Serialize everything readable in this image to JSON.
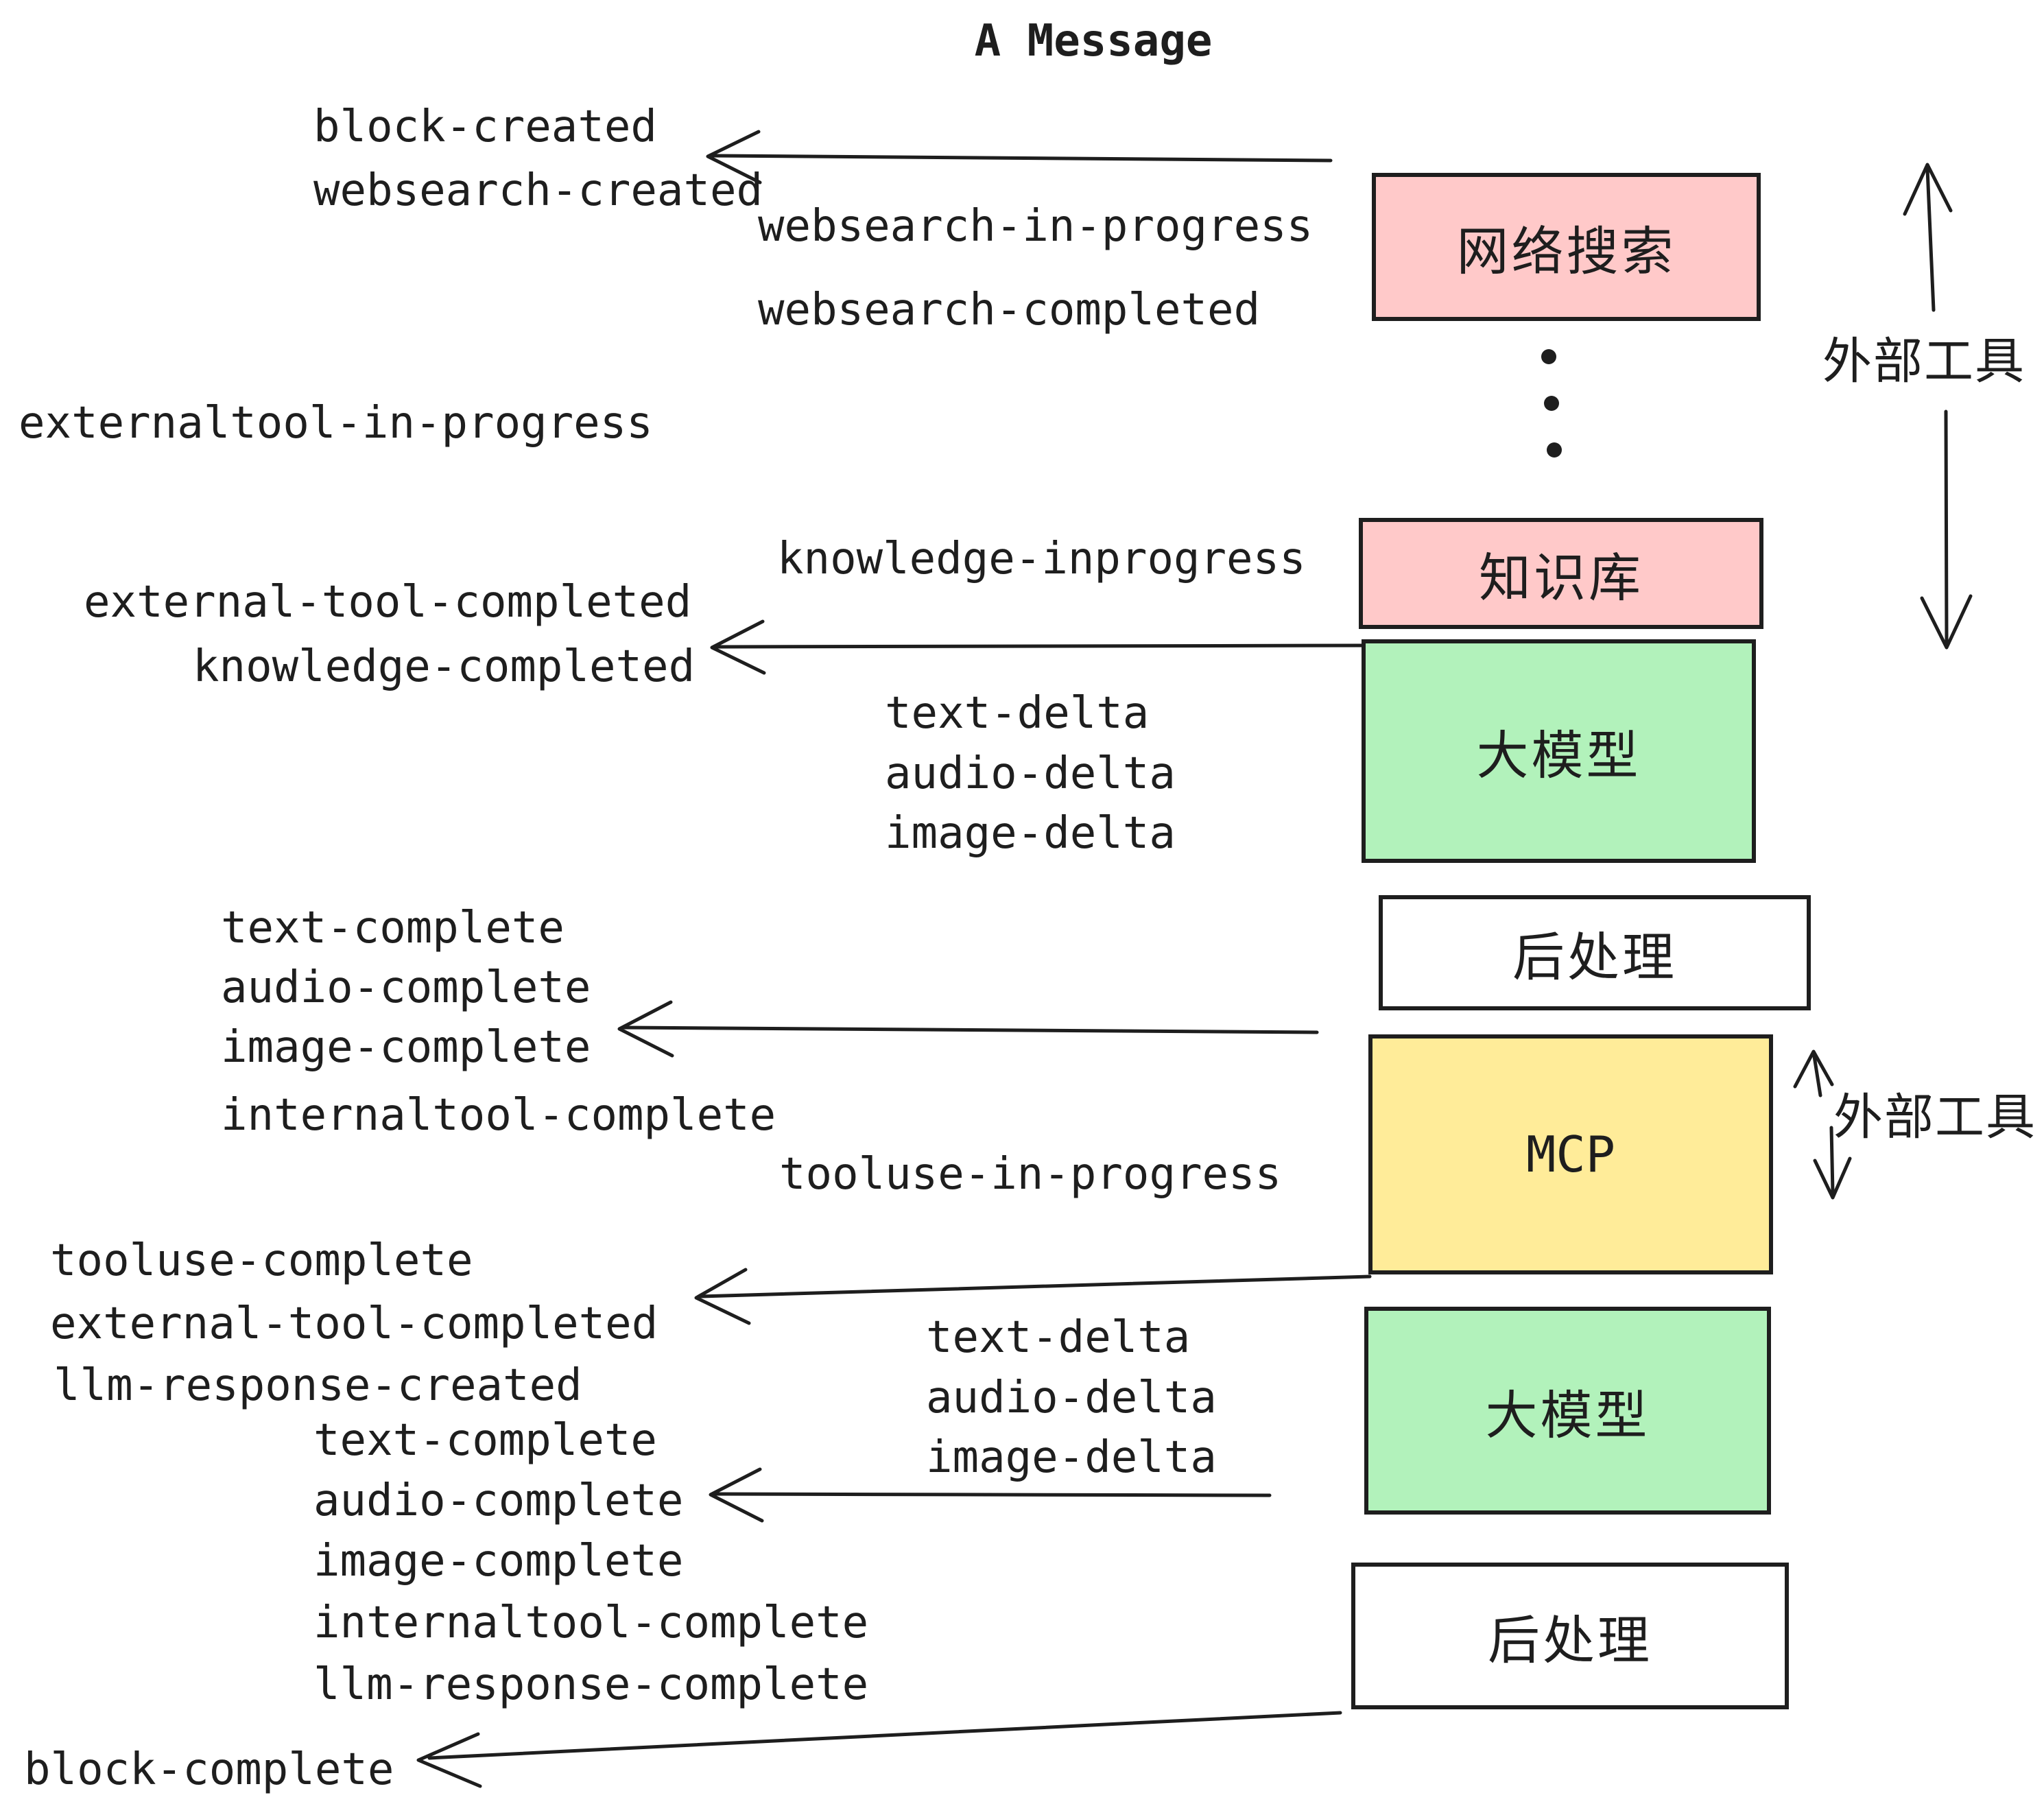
{
  "title": "A Message",
  "boxes": {
    "websearch": {
      "label": "网络搜索",
      "fill": "#ffc9c9"
    },
    "knowledge": {
      "label": "知识库",
      "fill": "#ffc9c9"
    },
    "llm1": {
      "label": "大模型",
      "fill": "#b2f2bb"
    },
    "post1": {
      "label": "后处理",
      "fill": "#ffffff"
    },
    "mcp": {
      "label": "MCP",
      "fill": "#ffec99"
    },
    "llm2": {
      "label": "大模型",
      "fill": "#b2f2bb"
    },
    "post2": {
      "label": "后处理",
      "fill": "#ffffff"
    }
  },
  "events": {
    "block_created": "block-created",
    "websearch_created": "websearch-created",
    "websearch_in_progress": "websearch-in-progress",
    "websearch_completed": "websearch-completed",
    "externaltool_in_progress": "externaltool-in-progress",
    "knowledge_inprogress": "knowledge-inprogress",
    "external_tool_completed_1": "external-tool-completed",
    "knowledge_completed": "knowledge-completed",
    "text_delta_1": "text-delta",
    "audio_delta_1": "audio-delta",
    "image_delta_1": "image-delta",
    "text_complete_1": "text-complete",
    "audio_complete_1": "audio-complete",
    "image_complete_1": "image-complete",
    "internaltool_complete_1": "internaltool-complete",
    "tooluse_in_progress": "tooluse-in-progress",
    "tooluse_complete": "tooluse-complete",
    "external_tool_completed_2": "external-tool-completed",
    "llm_response_created": "llm-response-created",
    "text_delta_2": "text-delta",
    "audio_delta_2": "audio-delta",
    "image_delta_2": "image-delta",
    "text_complete_2": "text-complete",
    "audio_complete_2": "audio-complete",
    "image_complete_2": "image-complete",
    "internaltool_complete_2": "internaltool-complete",
    "llm_response_complete": "llm-response-complete",
    "block_complete": "block-complete"
  },
  "annotations": {
    "external_tools_top": "外部工具",
    "external_tools_mcp": "外部工具"
  },
  "colors": {
    "stroke": "#1e1e1e",
    "pink": "#ffc9c9",
    "green": "#b2f2bb",
    "yellow": "#ffec99",
    "white": "#ffffff"
  }
}
